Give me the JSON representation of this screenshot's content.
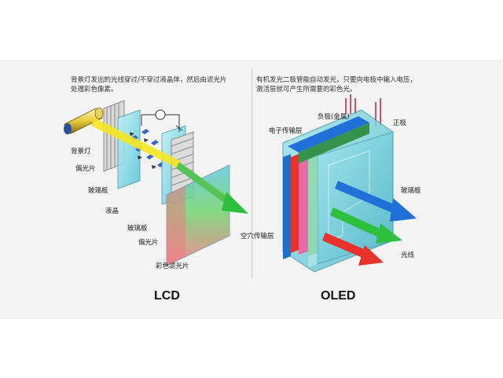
{
  "lcd": {
    "note_line1": "背景灯发出的光线穿过/不穿过液晶体，然后由滤光片",
    "note_line2": "处理彩色像素。",
    "labels": {
      "backlight": "背景灯",
      "polarizer_1": "偏光片",
      "glass_1": "玻璃板",
      "liquid_crystal": "液晶",
      "glass_2": "玻璃板",
      "polarizer_2": "偏光片",
      "color_filter": "彩色滤光片"
    },
    "caption": "LCD"
  },
  "oled": {
    "note_line1": "有机发光二极管能自动发光，只要向电极中输入电压，",
    "note_line2": "激活层就可产生所需要的彩色光。",
    "labels": {
      "cathode": "负极(金属)",
      "anode": "正极",
      "electron_transport": "电子传输层",
      "hole_transport": "空穴传输层",
      "glass": "玻璃板",
      "light": "光线"
    },
    "caption": "OLED"
  },
  "colors": {
    "red": "#e8322a",
    "green": "#2fbf3f",
    "blue": "#2070d8",
    "cyan_glass": "#7fd8e8",
    "yellow": "#f2e21a"
  }
}
